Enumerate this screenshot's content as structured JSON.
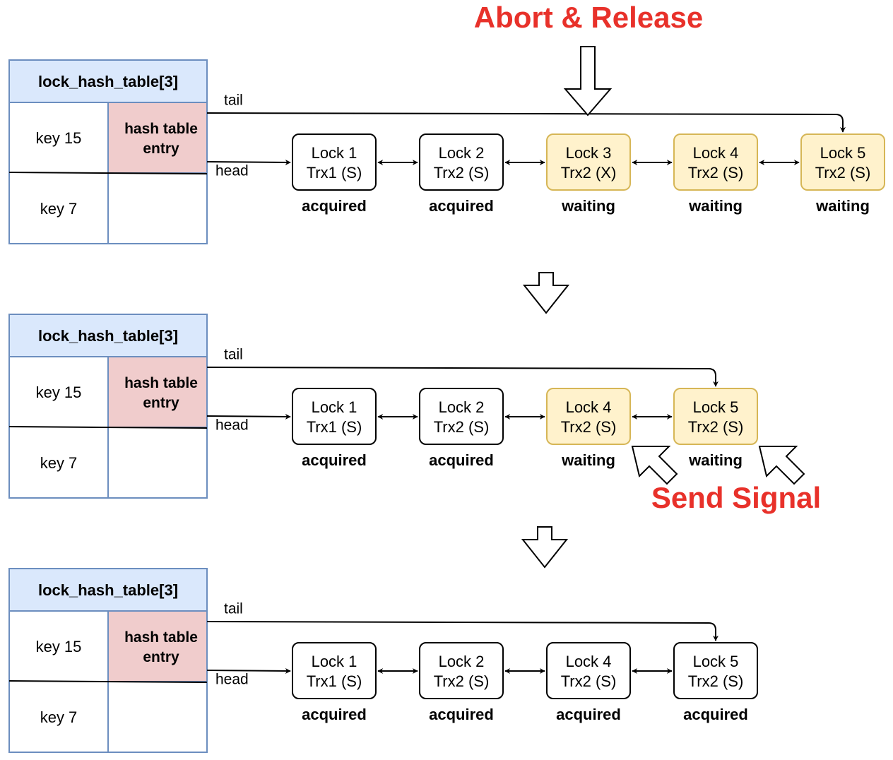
{
  "annotations": {
    "abort_release": "Abort & Release",
    "send_signal": "Send Signal"
  },
  "colors": {
    "table_header_fill": "#dae8fc",
    "table_border": "#6c8ebf",
    "entry_fill": "#f0cccc",
    "waiting_fill": "#fff2cc",
    "waiting_border": "#d6b656",
    "annotation_red": "#e8312a"
  },
  "panels": [
    {
      "table": {
        "title": "lock_hash_table[3]",
        "key_a": "key 15",
        "entry_label": "hash table\nentry",
        "key_b": "key 7"
      },
      "tail_label": "tail",
      "head_label": "head",
      "locks": [
        {
          "name": "Lock 1",
          "trx": "Trx1 (S)",
          "status": "acquired"
        },
        {
          "name": "Lock 2",
          "trx": "Trx2 (S)",
          "status": "acquired"
        },
        {
          "name": "Lock 3",
          "trx": "Trx2 (X)",
          "status": "waiting"
        },
        {
          "name": "Lock 4",
          "trx": "Trx2 (S)",
          "status": "waiting"
        },
        {
          "name": "Lock 5",
          "trx": "Trx2 (S)",
          "status": "waiting"
        }
      ]
    },
    {
      "table": {
        "title": "lock_hash_table[3]",
        "key_a": "key 15",
        "entry_label": "hash table\nentry",
        "key_b": "key 7"
      },
      "tail_label": "tail",
      "head_label": "head",
      "locks": [
        {
          "name": "Lock 1",
          "trx": "Trx1 (S)",
          "status": "acquired"
        },
        {
          "name": "Lock 2",
          "trx": "Trx2 (S)",
          "status": "acquired"
        },
        {
          "name": "Lock 4",
          "trx": "Trx2 (S)",
          "status": "waiting"
        },
        {
          "name": "Lock 5",
          "trx": "Trx2 (S)",
          "status": "waiting"
        }
      ]
    },
    {
      "table": {
        "title": "lock_hash_table[3]",
        "key_a": "key 15",
        "entry_label": "hash table\nentry",
        "key_b": "key 7"
      },
      "tail_label": "tail",
      "head_label": "head",
      "locks": [
        {
          "name": "Lock 1",
          "trx": "Trx1 (S)",
          "status": "acquired"
        },
        {
          "name": "Lock 2",
          "trx": "Trx2 (S)",
          "status": "acquired"
        },
        {
          "name": "Lock 4",
          "trx": "Trx2 (S)",
          "status": "acquired"
        },
        {
          "name": "Lock 5",
          "trx": "Trx2 (S)",
          "status": "acquired"
        }
      ]
    }
  ]
}
